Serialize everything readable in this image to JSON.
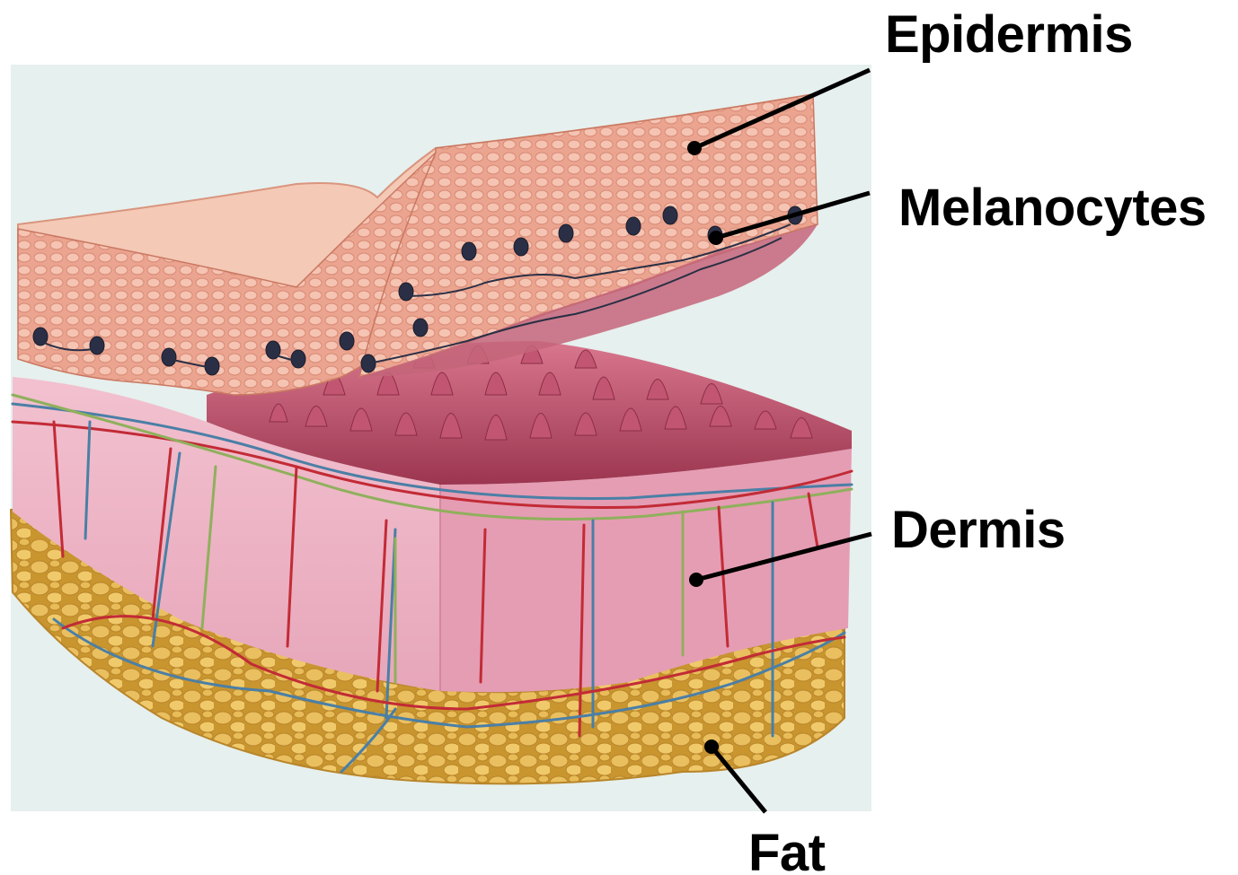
{
  "labels": {
    "epidermis": "Epidermis",
    "melanocytes": "Melanocytes",
    "dermis": "Dermis",
    "fat": "Fat"
  },
  "colors": {
    "panel_background": "#e6f0ee",
    "epidermis": "#e9a08c",
    "epidermis_top": "#f4c9b6",
    "dermis": "#ecb3c3",
    "dermis_side": "#e39ab0",
    "papillae": "#b24a63",
    "fat": "#e3b65a",
    "artery": "#c22b36",
    "vein": "#4a7fa6",
    "nerve": "#8fb05c",
    "melanocyte": "#2a2f45",
    "leader_line": "#000000"
  }
}
